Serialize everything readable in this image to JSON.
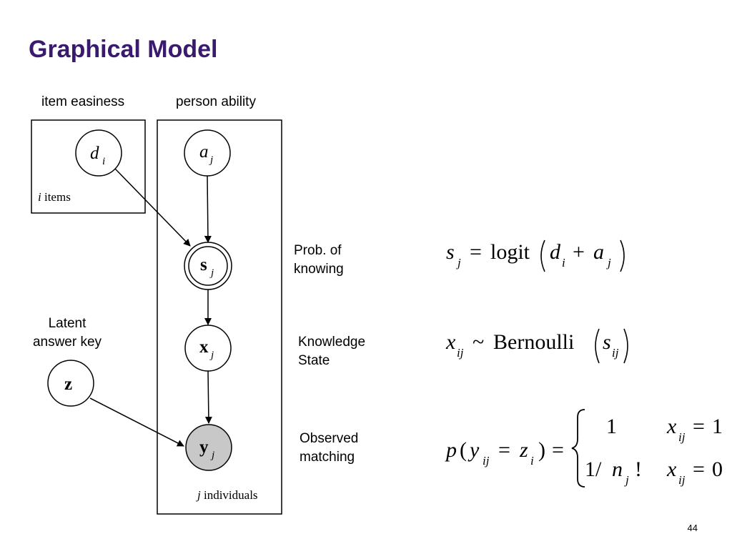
{
  "slide": {
    "title": "Graphical Model",
    "page_number": "44"
  },
  "plates": {
    "items_header": "item easiness",
    "persons_header": "person ability",
    "items_var": "i",
    "items_text": "items",
    "persons_var": "j",
    "persons_text": "individuals"
  },
  "nodes": {
    "d": {
      "sym": "d",
      "sub": "i"
    },
    "a": {
      "sym": "a",
      "sub": "j"
    },
    "s": {
      "sym": "s",
      "sub": "j"
    },
    "x": {
      "sym": "x",
      "sub": "j"
    },
    "y": {
      "sym": "y",
      "sub": "j"
    },
    "z": {
      "sym": "z"
    }
  },
  "side_labels": {
    "latent_line1": "Latent",
    "latent_line2": "answer key",
    "s_line1": "Prob. of",
    "s_line2": "knowing",
    "x_line1": "Knowledge",
    "x_line2": "State",
    "y_line1": "Observed",
    "y_line2": "matching"
  },
  "equations": {
    "eq1": {
      "lhs": "s",
      "lhs_sub": "j",
      "eq": "=",
      "fn": "logit",
      "arg1": "d",
      "arg1_sub": "i",
      "plus": "+",
      "arg2": "a",
      "arg2_sub": "j"
    },
    "eq2": {
      "lhs": "x",
      "lhs_sub": "ij",
      "tilde": "~",
      "fn": "Bernoulli",
      "arg": "s",
      "arg_sub": "ij"
    },
    "eq3": {
      "p": "p",
      "y": "y",
      "y_sub": "ij",
      "eq": "=",
      "z": "z",
      "z_sub": "i",
      "case1_val": "1",
      "case2_num": "1/",
      "case2_n": "n",
      "case2_sub": "j",
      "case2_fact": "!",
      "cond_x": "x",
      "cond_sub": "ij",
      "cond1_val": "1",
      "cond2_val": "0"
    }
  }
}
